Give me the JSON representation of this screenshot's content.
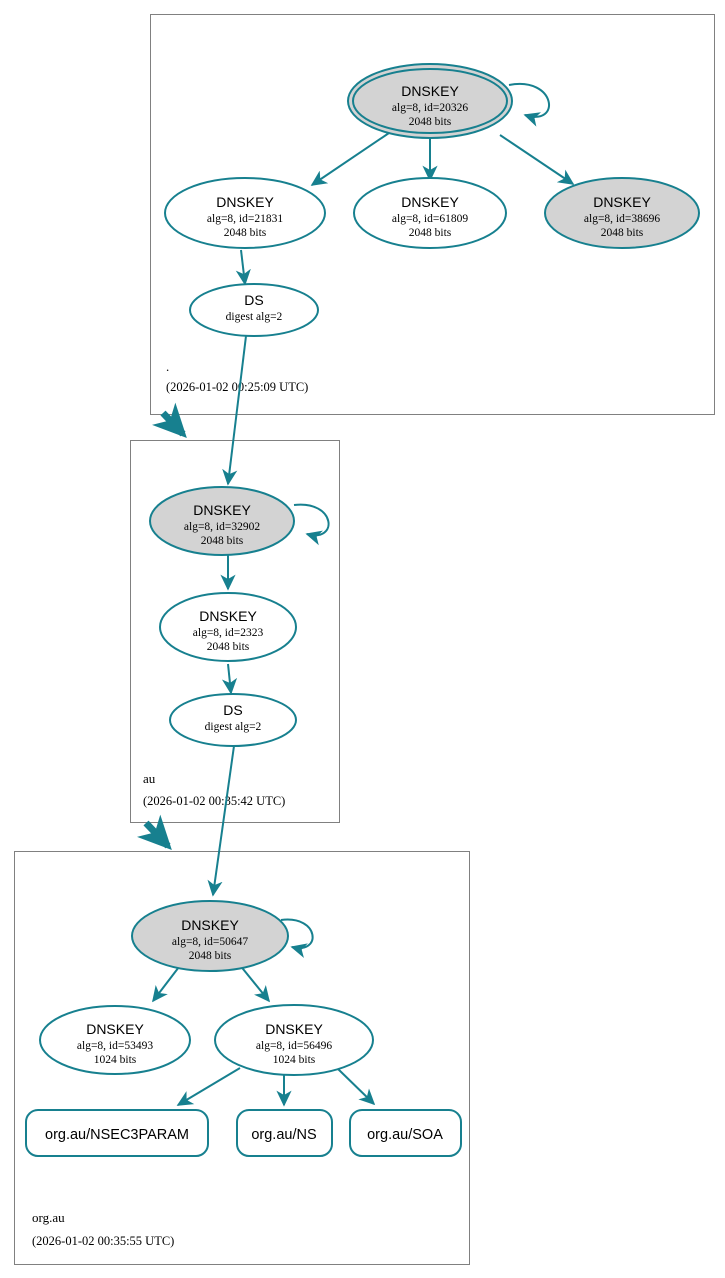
{
  "diagram": {
    "kind": "dnssec-authentication-chain",
    "colors": {
      "edge": "#17808f",
      "node_stroke": "#17808f",
      "secure_fill": "#d3d3d3",
      "plain_fill": "#ffffff",
      "zone_border": "#808080",
      "text": "#000000",
      "background": "#ffffff"
    }
  },
  "zones": [
    {
      "id": "root",
      "label": ".",
      "timestamp": "(2026-01-02 00:25:09 UTC)",
      "nodes": [
        {
          "id": "root-ksk-20326",
          "type": "DNSKEY",
          "title": "DNSKEY",
          "detail": "alg=8, id=20326",
          "size": "2048 bits",
          "alg": 8,
          "key_id": 20326,
          "bits": 2048,
          "fill": "gray",
          "shape": "doubleellipse",
          "self_signed": true
        },
        {
          "id": "root-zsk-21831",
          "type": "DNSKEY",
          "title": "DNSKEY",
          "detail": "alg=8, id=21831",
          "size": "2048 bits",
          "alg": 8,
          "key_id": 21831,
          "bits": 2048,
          "fill": "white",
          "shape": "ellipse",
          "self_signed": false
        },
        {
          "id": "root-zsk-61809",
          "type": "DNSKEY",
          "title": "DNSKEY",
          "detail": "alg=8, id=61809",
          "size": "2048 bits",
          "alg": 8,
          "key_id": 61809,
          "bits": 2048,
          "fill": "white",
          "shape": "ellipse",
          "self_signed": false
        },
        {
          "id": "root-zsk-38696",
          "type": "DNSKEY",
          "title": "DNSKEY",
          "detail": "alg=8, id=38696",
          "size": "2048 bits",
          "alg": 8,
          "key_id": 38696,
          "bits": 2048,
          "fill": "gray",
          "shape": "ellipse",
          "self_signed": false
        },
        {
          "id": "root-ds-au",
          "type": "DS",
          "title": "DS",
          "detail": "digest alg=2",
          "size": "",
          "fill": "white",
          "shape": "ellipse",
          "self_signed": false
        }
      ]
    },
    {
      "id": "au",
      "label": "au",
      "timestamp": "(2026-01-02 00:35:42 UTC)",
      "nodes": [
        {
          "id": "au-ksk-32902",
          "type": "DNSKEY",
          "title": "DNSKEY",
          "detail": "alg=8, id=32902",
          "size": "2048 bits",
          "alg": 8,
          "key_id": 32902,
          "bits": 2048,
          "fill": "gray",
          "shape": "ellipse",
          "self_signed": true
        },
        {
          "id": "au-zsk-2323",
          "type": "DNSKEY",
          "title": "DNSKEY",
          "detail": "alg=8, id=2323",
          "size": "2048 bits",
          "alg": 8,
          "key_id": 2323,
          "bits": 2048,
          "fill": "white",
          "shape": "ellipse",
          "self_signed": false
        },
        {
          "id": "au-ds-orgau",
          "type": "DS",
          "title": "DS",
          "detail": "digest alg=2",
          "size": "",
          "fill": "white",
          "shape": "ellipse",
          "self_signed": false
        }
      ]
    },
    {
      "id": "org-au",
      "label": "org.au",
      "timestamp": "(2026-01-02 00:35:55 UTC)",
      "nodes": [
        {
          "id": "orgau-ksk-50647",
          "type": "DNSKEY",
          "title": "DNSKEY",
          "detail": "alg=8, id=50647",
          "size": "2048 bits",
          "alg": 8,
          "key_id": 50647,
          "bits": 2048,
          "fill": "gray",
          "shape": "ellipse",
          "self_signed": true
        },
        {
          "id": "orgau-zsk-53493",
          "type": "DNSKEY",
          "title": "DNSKEY",
          "detail": "alg=8, id=53493",
          "size": "1024 bits",
          "alg": 8,
          "key_id": 53493,
          "bits": 1024,
          "fill": "white",
          "shape": "ellipse",
          "self_signed": false
        },
        {
          "id": "orgau-zsk-56496",
          "type": "DNSKEY",
          "title": "DNSKEY",
          "detail": "alg=8, id=56496",
          "size": "1024 bits",
          "alg": 8,
          "key_id": 56496,
          "bits": 1024,
          "fill": "white",
          "shape": "ellipse",
          "self_signed": false
        }
      ],
      "rrsets": [
        {
          "id": "rr-nsec3param",
          "label": "org.au/NSEC3PARAM"
        },
        {
          "id": "rr-ns",
          "label": "org.au/NS"
        },
        {
          "id": "rr-soa",
          "label": "org.au/SOA"
        }
      ]
    }
  ],
  "edges": [
    {
      "from": "root-ksk-20326",
      "to": "root-ksk-20326",
      "kind": "self-sign"
    },
    {
      "from": "root-ksk-20326",
      "to": "root-zsk-21831",
      "kind": "sign"
    },
    {
      "from": "root-ksk-20326",
      "to": "root-zsk-61809",
      "kind": "sign"
    },
    {
      "from": "root-ksk-20326",
      "to": "root-zsk-38696",
      "kind": "sign"
    },
    {
      "from": "root-zsk-21831",
      "to": "root-ds-au",
      "kind": "sign"
    },
    {
      "from": "root-ds-au",
      "to": "au-ksk-32902",
      "kind": "ds-to-dnskey"
    },
    {
      "from": "root",
      "to": "au",
      "kind": "delegation"
    },
    {
      "from": "au-ksk-32902",
      "to": "au-ksk-32902",
      "kind": "self-sign"
    },
    {
      "from": "au-ksk-32902",
      "to": "au-zsk-2323",
      "kind": "sign"
    },
    {
      "from": "au-zsk-2323",
      "to": "au-ds-orgau",
      "kind": "sign"
    },
    {
      "from": "au-ds-orgau",
      "to": "orgau-ksk-50647",
      "kind": "ds-to-dnskey"
    },
    {
      "from": "au",
      "to": "org-au",
      "kind": "delegation"
    },
    {
      "from": "orgau-ksk-50647",
      "to": "orgau-ksk-50647",
      "kind": "self-sign"
    },
    {
      "from": "orgau-ksk-50647",
      "to": "orgau-zsk-53493",
      "kind": "sign"
    },
    {
      "from": "orgau-ksk-50647",
      "to": "orgau-zsk-56496",
      "kind": "sign"
    },
    {
      "from": "orgau-zsk-56496",
      "to": "rr-nsec3param",
      "kind": "sign"
    },
    {
      "from": "orgau-zsk-56496",
      "to": "rr-ns",
      "kind": "sign"
    },
    {
      "from": "orgau-zsk-56496",
      "to": "rr-soa",
      "kind": "sign"
    }
  ]
}
